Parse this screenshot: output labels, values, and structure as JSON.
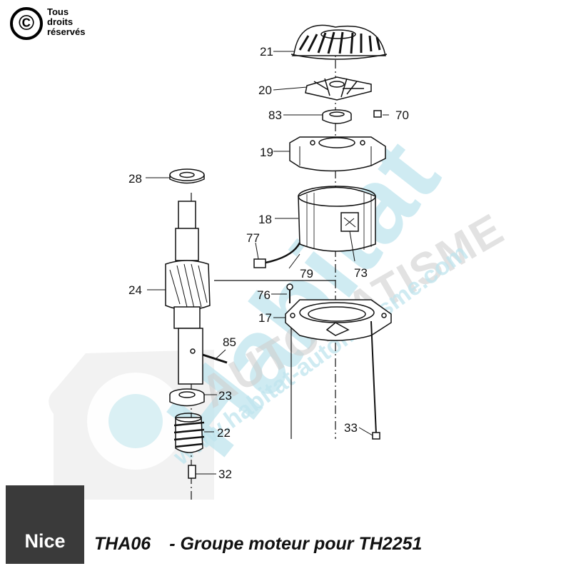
{
  "copyright": {
    "symbol": "©",
    "lines": [
      "Tous",
      "droits",
      "réservés"
    ]
  },
  "brand": {
    "name": "Nice",
    "background": "#3a3a3a"
  },
  "caption": {
    "model": "THA06",
    "description": "- Groupe moteur pour TH2251"
  },
  "watermark": {
    "main": "Habitat",
    "secondary": "AUTOMATISME",
    "url": "www.habitat-automatisme.com",
    "color": "#bfe5ee"
  },
  "parts": {
    "p21": "21",
    "p20": "20",
    "p83": "83",
    "p70": "70",
    "p19": "19",
    "p28": "28",
    "p18": "18",
    "p77": "77",
    "p79": "79",
    "p73": "73",
    "p24": "24",
    "p76": "76",
    "p17": "17",
    "p85": "85",
    "p23": "23",
    "p22": "22",
    "p33": "33",
    "p32": "32"
  }
}
